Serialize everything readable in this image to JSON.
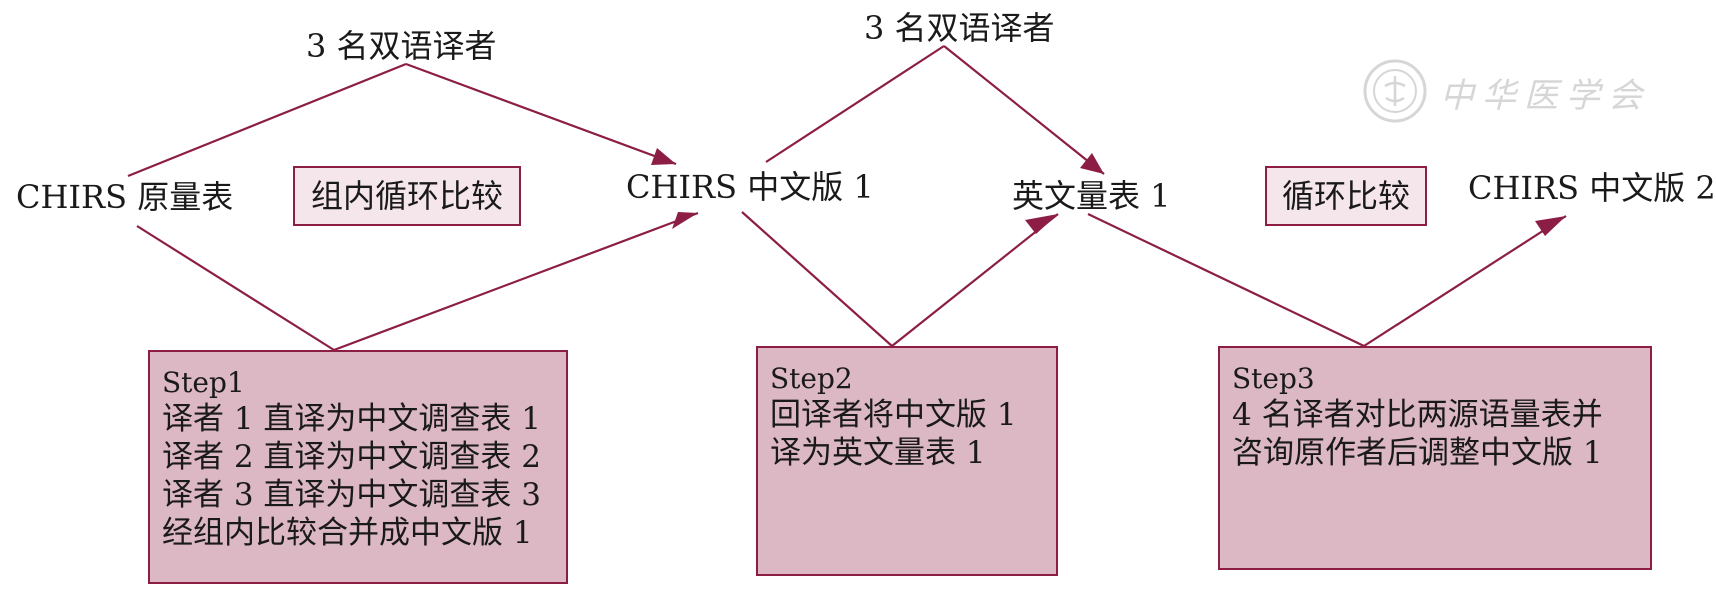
{
  "colors": {
    "arrow": "#8c1e45",
    "box_fill": "#dcb7c4",
    "tag_fill": "#f5e6ec",
    "watermark": "#d6d6d6"
  },
  "nodes": {
    "original_scale": "CHIRS 原量表",
    "chinese_v1": "CHIRS 中文版 1",
    "english_scale": "英文量表 1",
    "chinese_v2": "CHIRS 中文版 2",
    "translators_top_left": "3 名双语译者",
    "translators_top_right": "3 名双语译者"
  },
  "tags": {
    "group_compare": "组内循环比较",
    "cycle_compare": "循环比较"
  },
  "steps": [
    {
      "title": "Step1",
      "lines": [
        "译者 1 直译为中文调查表 1",
        "译者 2 直译为中文调查表 2",
        "译者 3 直译为中文调查表 3",
        "经组内比较合并成中文版 1"
      ]
    },
    {
      "title": "Step2",
      "lines": [
        "回译者将中文版 1",
        "译为英文量表 1"
      ]
    },
    {
      "title": "Step3",
      "lines": [
        "4 名译者对比两源语量表并",
        "咨询原作者后调整中文版 1"
      ]
    }
  ],
  "watermark": {
    "text": "中华医学会",
    "icon": "society-seal-icon"
  }
}
